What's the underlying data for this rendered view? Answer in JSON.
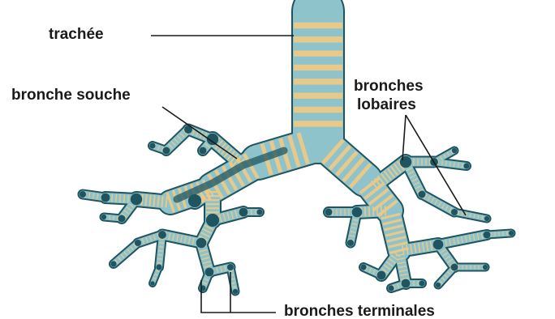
{
  "labels": {
    "trachea": "trachée",
    "main_bronchus": "bronche souche",
    "lobar_bronchi_line1": "bronches",
    "lobar_bronchi_line2": "lobaires",
    "terminal_bronchi": "bronches terminales"
  },
  "colors": {
    "airway_wall": "#8fc3cc",
    "airway_dark": "#1f5560",
    "cartilage_ring": "#e8c98a",
    "text": "#1a1a1a",
    "background": "#ffffff"
  }
}
